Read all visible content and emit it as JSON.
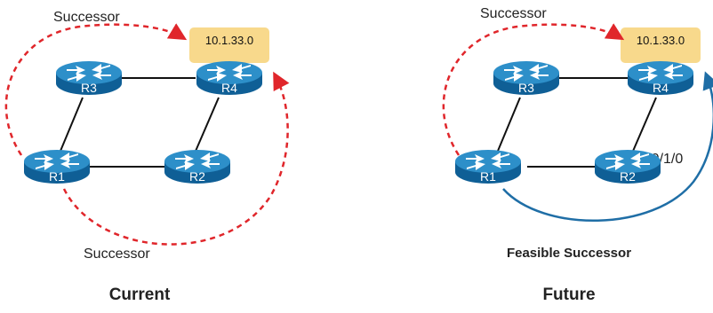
{
  "colors": {
    "router_top": "#2d8fc9",
    "router_side": "#0f5f96",
    "link": "#111111",
    "successor_arrow": "#e0262b",
    "feasible_arrow": "#1f6ea6",
    "subnet_box": "#f8d98c"
  },
  "icon": "router-icon",
  "current": {
    "caption": "Current",
    "subnet": "10.1.33.0",
    "successor_top": "Successor",
    "successor_bottom": "Successor",
    "routers": {
      "r1": "R1",
      "r2": "R2",
      "r3": "R3",
      "r4": "R4"
    }
  },
  "future": {
    "caption": "Future",
    "subnet": "10.1.33.0",
    "successor_top": "Successor",
    "feasible_successor": "Feasible Successor",
    "interface": "S0/1/0",
    "routers": {
      "r1": "R1",
      "r2": "R2",
      "r3": "R3",
      "r4": "R4"
    }
  }
}
